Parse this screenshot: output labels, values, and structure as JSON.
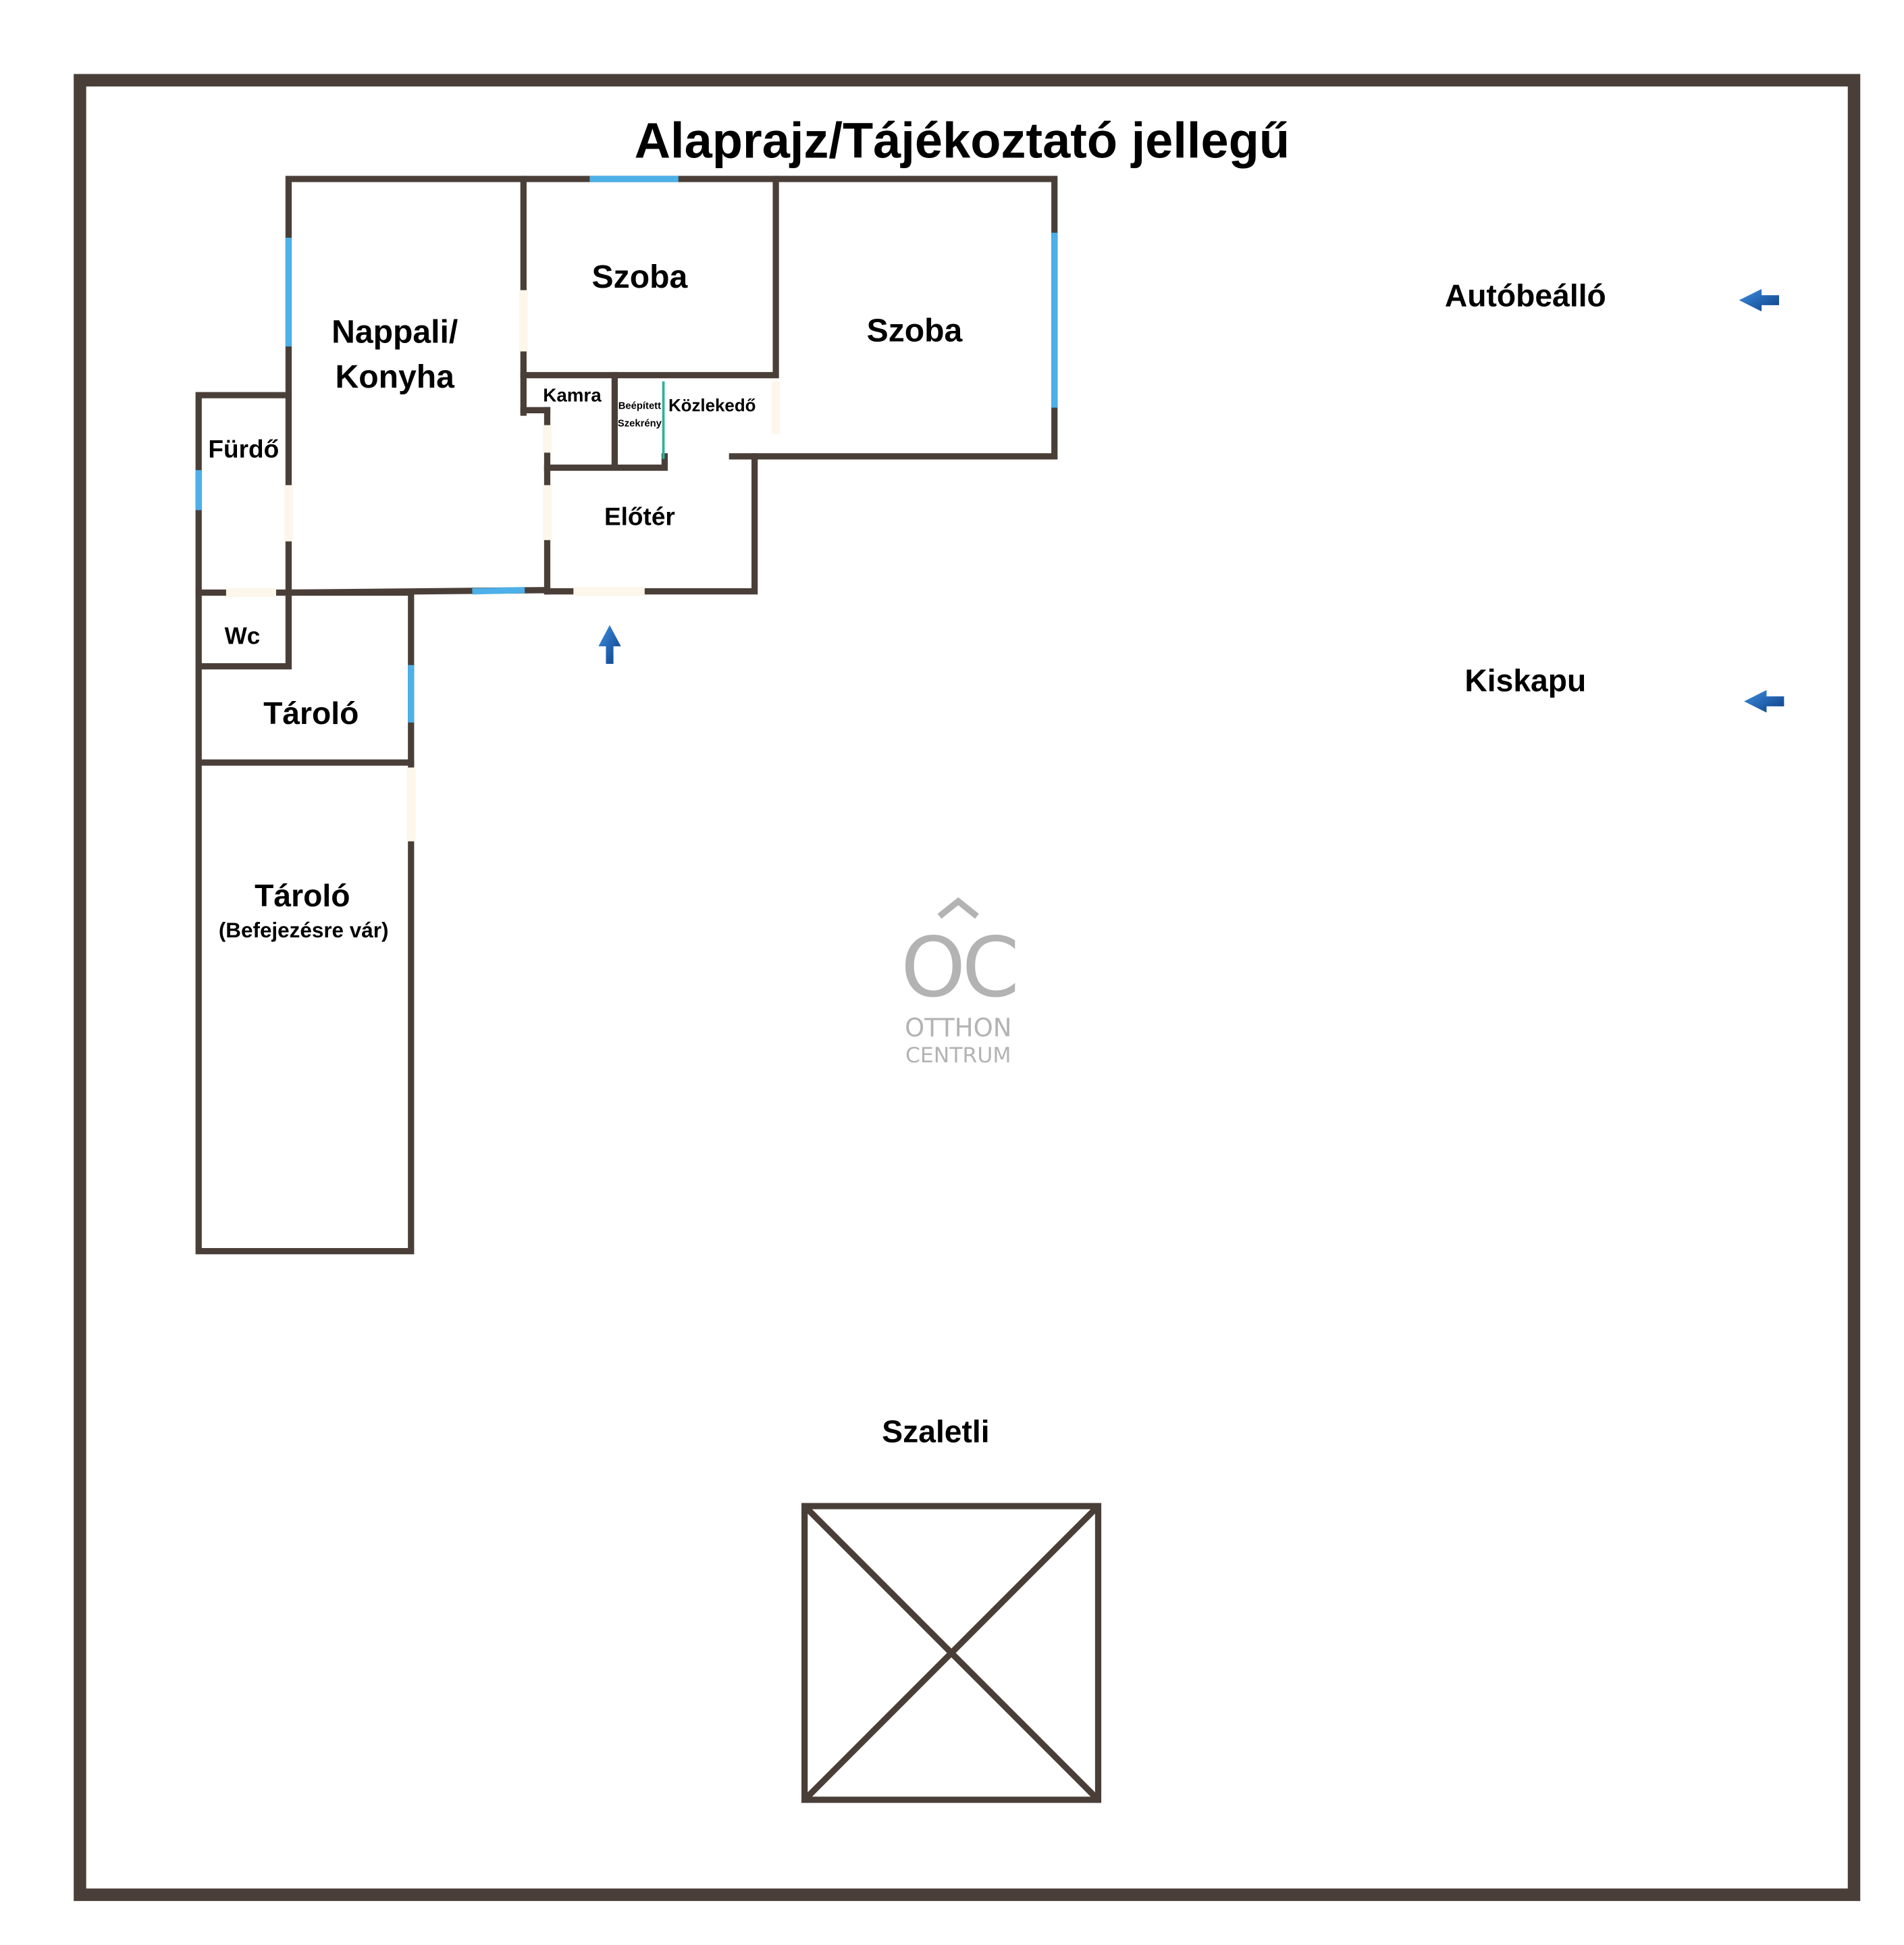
{
  "title": "Alaprajz/Tájékoztató jellegű",
  "rooms": {
    "nappali_line1": "Nappali/",
    "nappali_line2": "Konyha",
    "szoba_small": "Szoba",
    "szoba_large": "Szoba",
    "kamra": "Kamra",
    "beepitett_line1": "Beépített",
    "beepitett_line2": "Szekrény",
    "kozlekedo": "Közlekedő",
    "eloter": "Előtér",
    "furdo": "Fürdő",
    "wc": "Wc",
    "tarolo_small": "Tároló",
    "tarolo_large": "Tároló",
    "tarolo_large_note": "(Befejezésre vár)"
  },
  "site": {
    "autobeallo": "Autóbeálló",
    "kiskapu": "Kiskapu",
    "szaletli": "Szaletli"
  },
  "watermark": {
    "mark": "OC",
    "line1": "OTTHON",
    "line2": "CENTRUM"
  },
  "icons": {
    "entrance": "arrow-up-icon",
    "autobeallo": "arrow-left-icon",
    "kiskapu": "arrow-left-icon",
    "szaletli": "crossed-square-icon"
  },
  "colors": {
    "wall": "#4a3f38",
    "window": "#4db0e8",
    "door": "#fdf6ea",
    "wardrobe": "#2bb39a",
    "arrow": "#1a5aa8"
  }
}
